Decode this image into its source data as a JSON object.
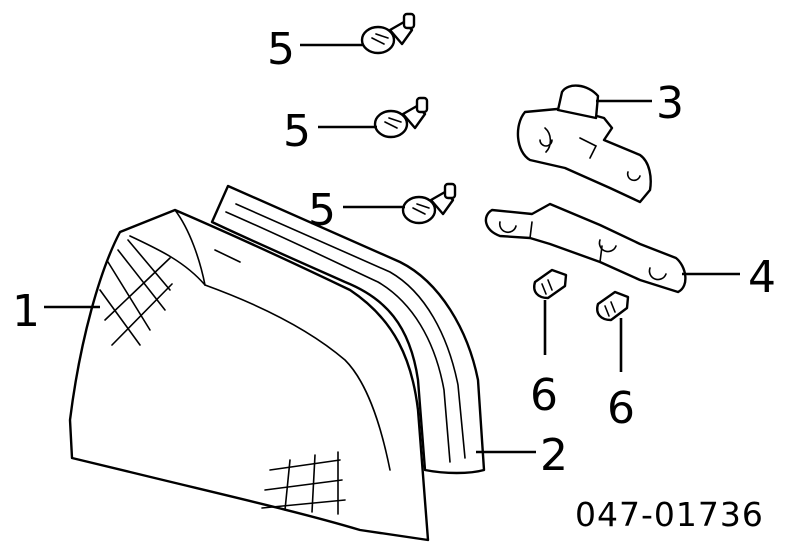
{
  "callouts": {
    "lens": "1",
    "gasket": "2",
    "socket_bracket": "3",
    "bulb_plate": "4",
    "bulb_top": "5",
    "bulb_middle": "5",
    "bulb_lower": "5",
    "small_bulb_left": "6",
    "small_bulb_right": "6"
  },
  "diagram_code": "047-01736",
  "colors": {
    "line": "#000000",
    "background": "#ffffff"
  }
}
